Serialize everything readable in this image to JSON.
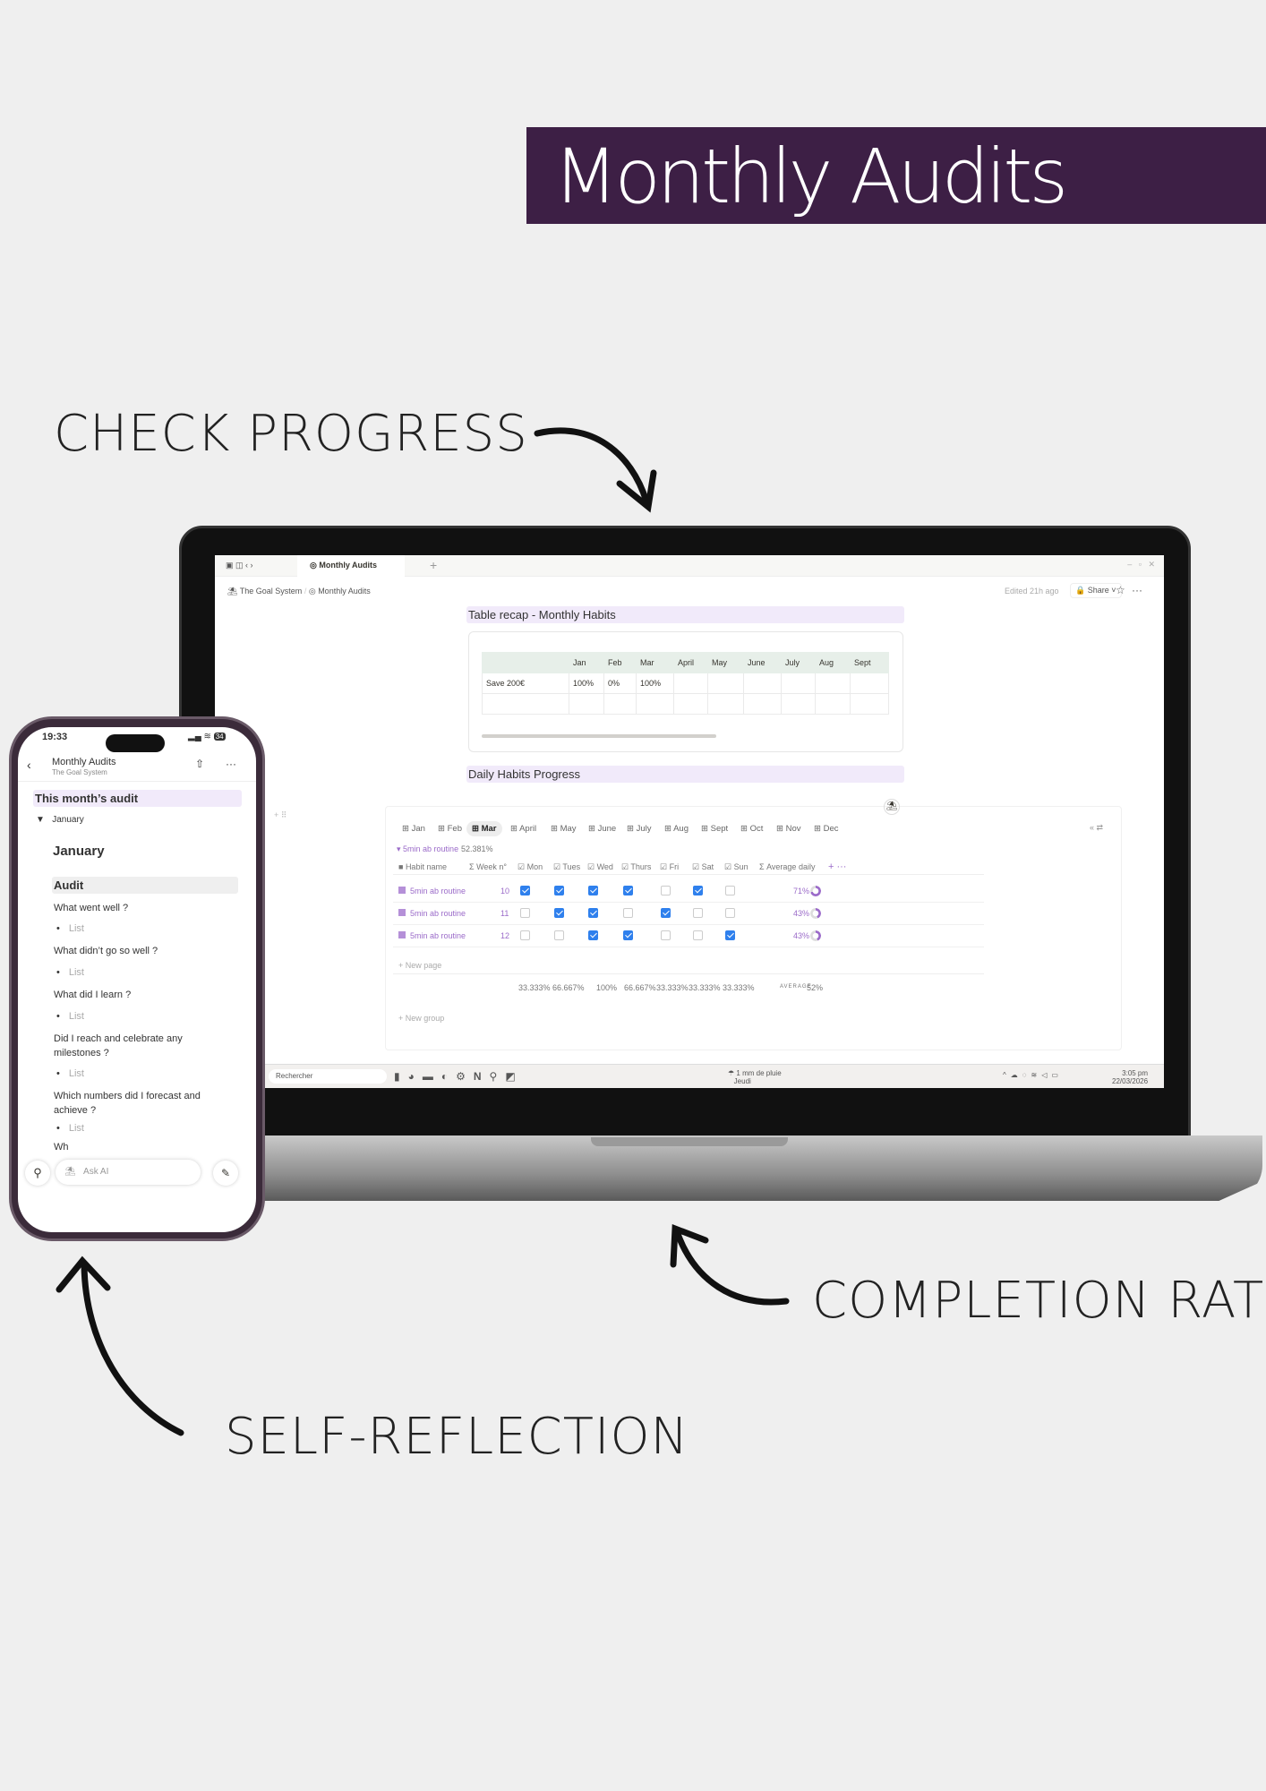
{
  "banner": {
    "title": "Monthly Audits"
  },
  "captions": {
    "check_progress": "CHECK PROGRESS",
    "completion_rate": "COMPLETION RATE",
    "self_reflection": "SELF-REFLECTION"
  },
  "colors": {
    "banner": "#3d1f45",
    "accent_purple": "#9b6bc9",
    "checkbox_blue": "#2f80ed",
    "highlight": "#f1eafa"
  },
  "laptop": {
    "tab_title": "Monthly Audits",
    "breadcrumb": [
      "The Goal System",
      "Monthly Audits"
    ],
    "edited": "Edited 21h ago",
    "share": "Share",
    "recap": {
      "heading": "Table recap - Monthly Habits",
      "columns": [
        "",
        "Jan",
        "Feb",
        "Mar",
        "April",
        "May",
        "June",
        "July",
        "Aug",
        "Sept"
      ],
      "rows": [
        [
          "Save 200€",
          "100%",
          "0%",
          "100%",
          "",
          "",
          "",
          "",
          "",
          ""
        ],
        [
          "",
          "",
          "",
          "",
          "",
          "",
          "",
          "",
          "",
          ""
        ]
      ]
    },
    "daily": {
      "heading": "Daily Habits Progress",
      "months": [
        "Jan",
        "Feb",
        "Mar",
        "April",
        "May",
        "June",
        "July",
        "Aug",
        "Sept",
        "Oct",
        "Nov",
        "Dec"
      ],
      "active_month": "Mar",
      "group": {
        "name": "5min ab routine",
        "value": "52.381%"
      },
      "columns": [
        "Habit name",
        "Week n°",
        "Mon",
        "Tues",
        "Wed",
        "Thurs",
        "Fri",
        "Sat",
        "Sun",
        "Average daily"
      ],
      "rows": [
        {
          "name": "5min ab routine",
          "week": "10",
          "days": [
            true,
            true,
            true,
            true,
            false,
            true,
            false
          ],
          "avg": "71%",
          "avg_value": 0.71
        },
        {
          "name": "5min ab routine",
          "week": "11",
          "days": [
            false,
            true,
            true,
            false,
            true,
            false,
            false
          ],
          "avg": "43%",
          "avg_value": 0.43
        },
        {
          "name": "5min ab routine",
          "week": "12",
          "days": [
            false,
            false,
            true,
            true,
            false,
            false,
            true
          ],
          "avg": "43%",
          "avg_value": 0.43
        }
      ],
      "footer": [
        "33.333%",
        "66.667%",
        "100%",
        "66.667%",
        "33.333%",
        "33.333%",
        "33.333%"
      ],
      "average_label": "AVERAGE",
      "average_value": "52%",
      "new_page": "New page",
      "new_group": "New group"
    },
    "taskbar": {
      "search": "Rechercher",
      "weather": "1 mm de pluie",
      "weather_day": "Jeudi",
      "time": "3:05 pm",
      "date": "22/03/2026"
    }
  },
  "phone": {
    "time": "19:33",
    "battery": "34",
    "title": "Monthly Audits",
    "subtitle": "The Goal System",
    "section": "This month’s audit",
    "toggle": "January",
    "heading": "January",
    "subheading": "Audit",
    "questions": [
      "What went well ?",
      "What didn’t go so well ?",
      "What did I learn ?",
      "Did I reach and celebrate any milestones ?",
      "Which numbers did I forecast and achieve ?"
    ],
    "list_placeholder": "List",
    "partial": "Wh",
    "ask_ai": "Ask AI"
  }
}
